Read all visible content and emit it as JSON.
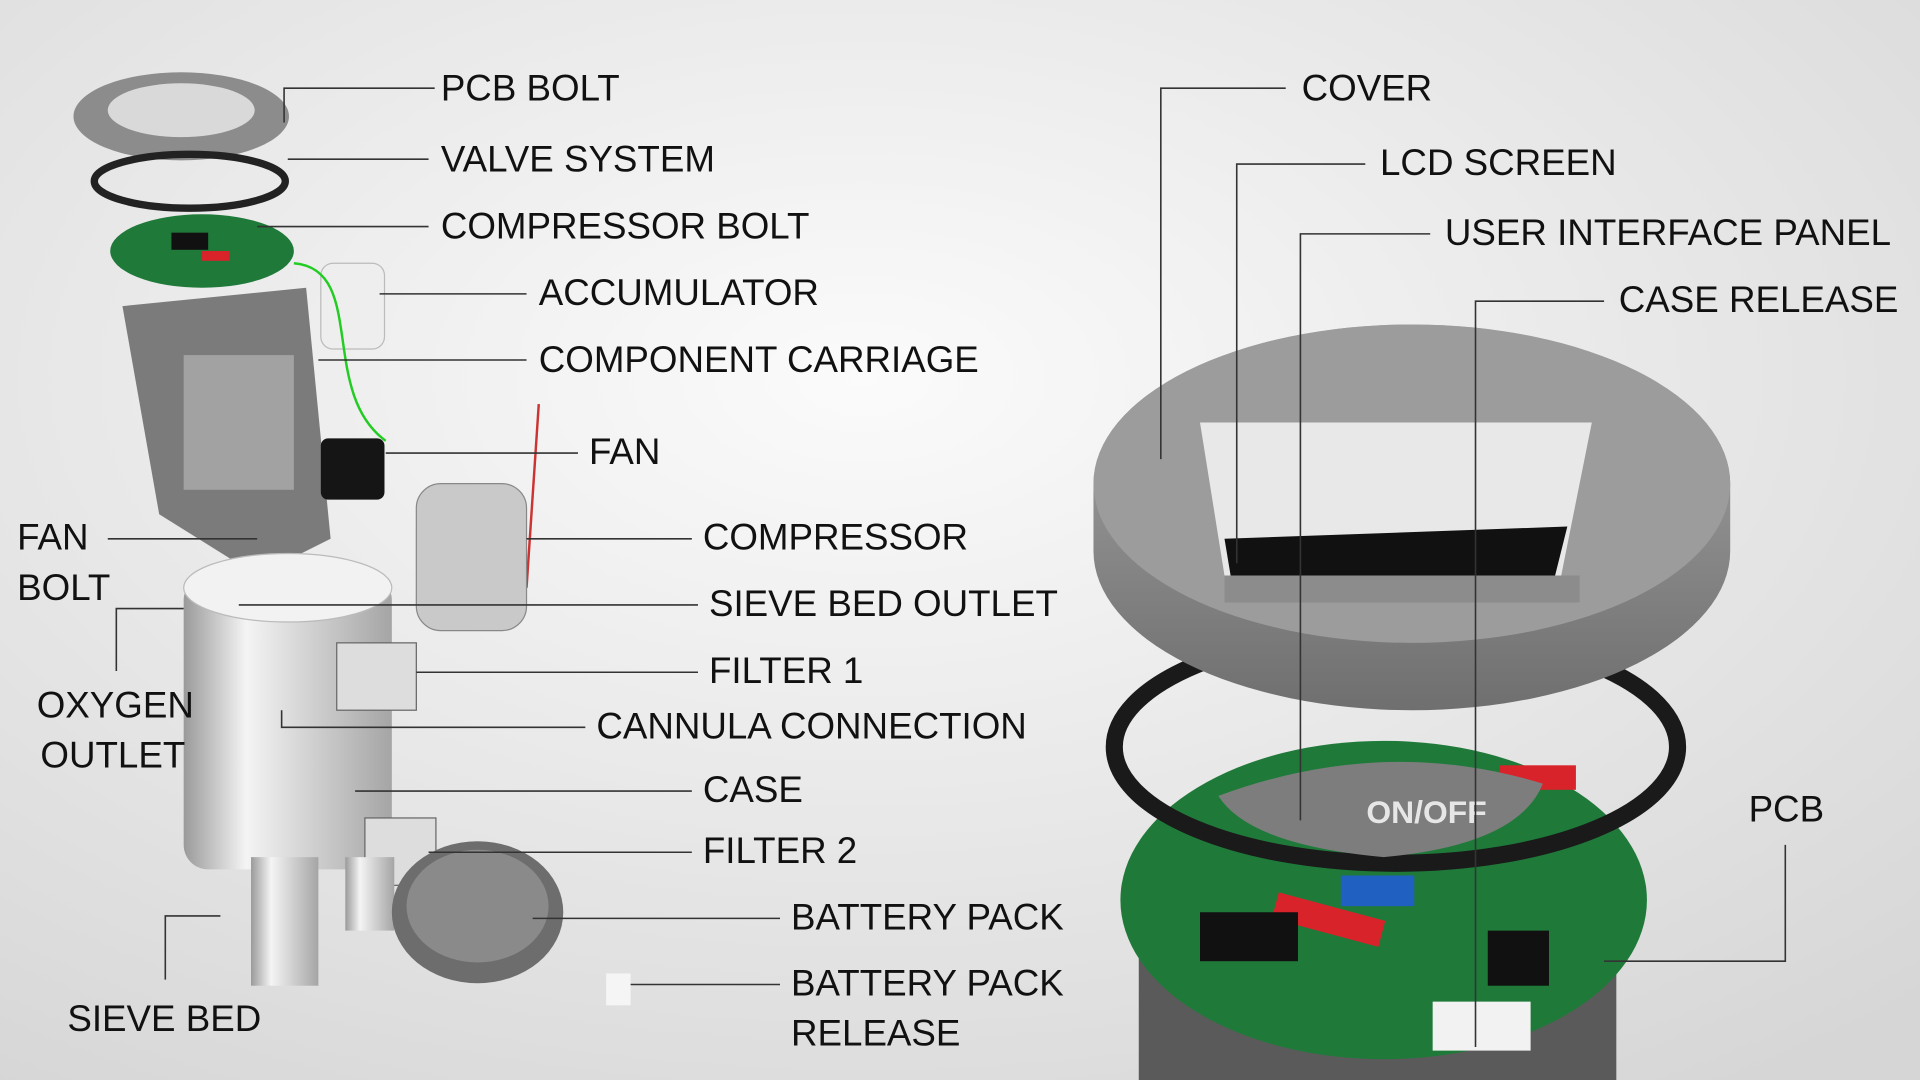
{
  "left_labels": {
    "pcb_bolt": "PCB BOLT",
    "valve_system": "VALVE SYSTEM",
    "compressor_bolt": "COMPRESSOR BOLT",
    "accumulator": "ACCUMULATOR",
    "component_carriage": "COMPONENT CARRIAGE",
    "fan": "FAN",
    "compressor": "COMPRESSOR",
    "sieve_bed_outlet": "SIEVE BED OUTLET",
    "filter_1": "FILTER 1",
    "cannula_connection": "CANNULA CONNECTION",
    "case": "CASE",
    "filter_2": "FILTER 2",
    "battery_pack": "BATTERY PACK",
    "battery_pack_release_1": "BATTERY PACK",
    "battery_pack_release_2": "RELEASE",
    "fan_bolt_1": "FAN",
    "fan_bolt_2": "BOLT",
    "oxygen_outlet_1": "OXYGEN",
    "oxygen_outlet_2": "OUTLET",
    "sieve_bed": "SIEVE BED"
  },
  "right_labels": {
    "cover": "COVER",
    "lcd_screen": "LCD SCREEN",
    "user_interface_panel": "USER INTERFACE PANEL",
    "case_release": "CASE RELEASE",
    "pcb": "PCB"
  },
  "device": {
    "button_text": "ON/OFF"
  },
  "colors": {
    "pcb_green": "#1f7a3a",
    "cover_grey": "#8a8a8a",
    "accent_red": "#d8232a"
  }
}
